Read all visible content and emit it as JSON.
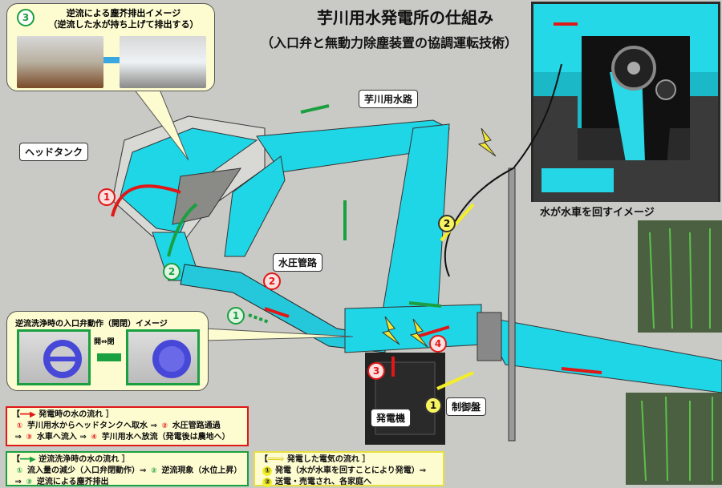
{
  "header": {
    "title": "芋川用水発電所の仕組み",
    "subtitle": "（入口弁と無動力除塵装置の協調運転技術）"
  },
  "callout_debris": {
    "num": "3",
    "line1": "逆流による塵芥排出イメージ",
    "line2": "（逆流した水が持ち上げて排出する）"
  },
  "callout_valve": {
    "title": "逆流洗浄時の入口弁動作（開閉）イメージ",
    "toggle": "開⇔閉"
  },
  "labels": {
    "head_tank": "ヘッドタンク",
    "canal": "芋川用水路",
    "penstock": "水圧管路",
    "generator": "発電機",
    "control_panel": "制御盤",
    "waterwheel_image": "水が水車を回すイメージ"
  },
  "badges": {
    "red": [
      "1",
      "2",
      "3",
      "4"
    ],
    "green": [
      "1",
      "2"
    ],
    "yellow": [
      "1",
      "2"
    ]
  },
  "legend_power": {
    "header": "発電時の水の流れ ］",
    "open": "【",
    "l1": [
      "①",
      "芋川用水からヘッドタンクへ取水",
      "⇒",
      "②",
      "水圧管路通過"
    ],
    "l2": [
      "⇒",
      "③",
      "水車へ流入",
      "⇒",
      "④",
      "芋川用水へ放流（発電後は農地へ）"
    ]
  },
  "legend_backwash": {
    "header": "逆流洗浄時の水の流れ ］",
    "open": "【",
    "l1": [
      "①",
      "流入量の減少（入口弁閉動作）⇒",
      "②",
      "逆流現象（水位上昇）"
    ],
    "l2": [
      "⇒",
      "③",
      "逆流による塵芥排出"
    ]
  },
  "legend_electric": {
    "header": "発電した電気の流れ ］",
    "open": "【",
    "l1": [
      "①",
      "発電（水が水車を回すことにより発電）⇒"
    ],
    "l2": [
      "②",
      "送電・売電され、各家庭へ"
    ]
  },
  "colors": {
    "water": "#1fd6e6",
    "red": "#e01818",
    "green": "#1aa040",
    "yellow": "#f2ee2a",
    "bg": "#c9c9c5"
  }
}
